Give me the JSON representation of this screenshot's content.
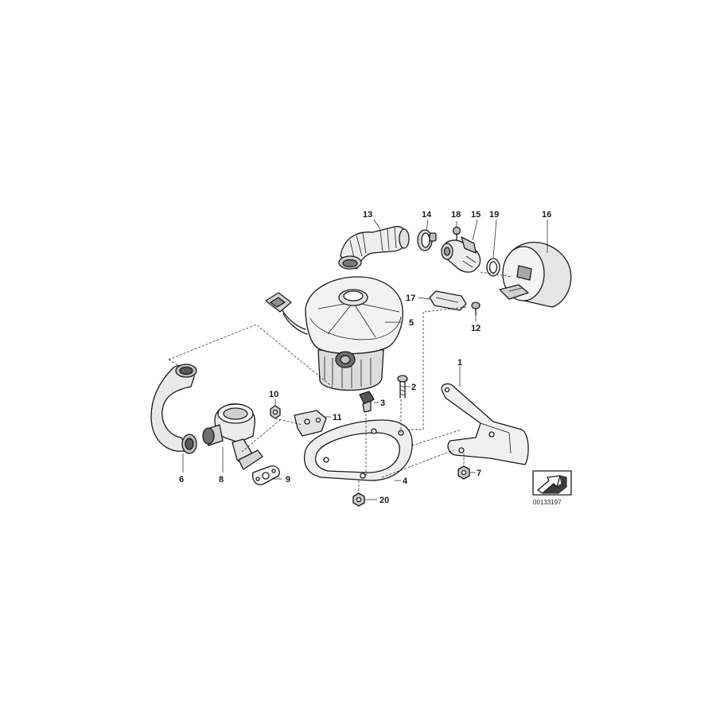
{
  "diagram": {
    "drawing_number": "00133197",
    "callouts": {
      "p1": "1",
      "p2": "2",
      "p3": "3",
      "p4": "4",
      "p5": "5",
      "p6": "6",
      "p7": "7",
      "p8": "8",
      "p9": "9",
      "p10": "10",
      "p11": "11",
      "p12": "12",
      "p13": "13",
      "p14": "14",
      "p15": "15",
      "p16": "16",
      "p17": "17",
      "p18": "18",
      "p19": "19",
      "p20": "20"
    },
    "colors": {
      "line": "#1a1a1a",
      "fill_light": "#f2f2f2",
      "fill_mid": "#cfcfcf",
      "fill_dark": "#8a8a8a",
      "background": "#ffffff"
    }
  }
}
